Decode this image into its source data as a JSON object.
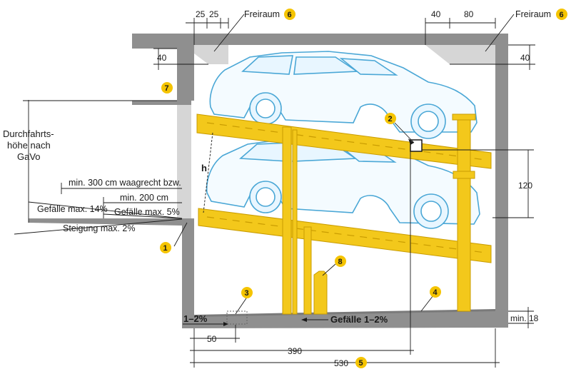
{
  "labels": {
    "freiraum_left": "Freiraum",
    "freiraum_right": "Freiraum",
    "durchfahrt_1": "Durchfahrts-",
    "durchfahrt_2": "höhe nach",
    "durchfahrt_3": "GaVo",
    "min300": "min. 300 cm waagrecht bzw.",
    "min200": "min. 200 cm",
    "gefaelle14": "Gefälle max. 14%",
    "gefaelle5": "Gefälle max. 5%",
    "steigung2": "Steigung max. 2%",
    "h": "h",
    "floor_slope_left": "1–2%",
    "floor_slope_right": "Gefälle 1–2%"
  },
  "dimensions": {
    "top_25a": "25",
    "top_25b": "25",
    "top_40": "40",
    "top_80": "80",
    "left_40": "40",
    "right_40": "40",
    "right_120": "120",
    "min18": "min. 18",
    "bottom_50": "50",
    "bottom_390": "390",
    "bottom_530": "530"
  },
  "badges": {
    "b1": "1",
    "b2": "2",
    "b3": "3",
    "b4": "4",
    "b5": "5",
    "b6a": "6",
    "b6b": "6",
    "b7": "7",
    "b8": "8"
  },
  "colors": {
    "wall": "#8f8f8f",
    "wall_light": "#d6d6d6",
    "platform": "#f3c81b",
    "platform_dark": "#c99c00",
    "car_outline": "#4aa7d6",
    "badge": "#f5c400"
  }
}
